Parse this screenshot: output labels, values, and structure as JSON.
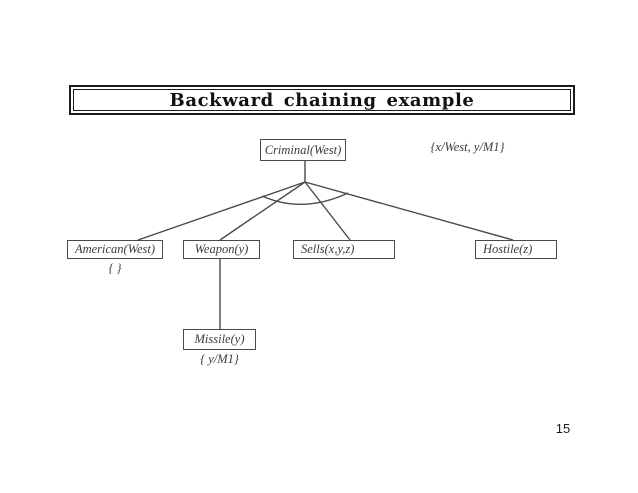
{
  "slide": {
    "title": "Backward chaining example",
    "page_number": "15"
  },
  "tree": {
    "root": {
      "label": "Criminal(West)",
      "substitution": "{x/West, y/M1}"
    },
    "children": [
      {
        "label": "American(West)",
        "substitution": "{ }"
      },
      {
        "label": "Weapon(y)"
      },
      {
        "label": "Sells(x,y,z)"
      },
      {
        "label": "Hostile(z)"
      }
    ],
    "grandchildren": [
      {
        "label": "Missile(y)",
        "substitution": "{ y/M1}",
        "parent": "Weapon(y)"
      }
    ]
  },
  "colors": {
    "background": "#ffffff",
    "frame": "#1b1b1b",
    "line": "#4a4a4a",
    "text": "#3b3b3b",
    "title_text": "#111111"
  }
}
